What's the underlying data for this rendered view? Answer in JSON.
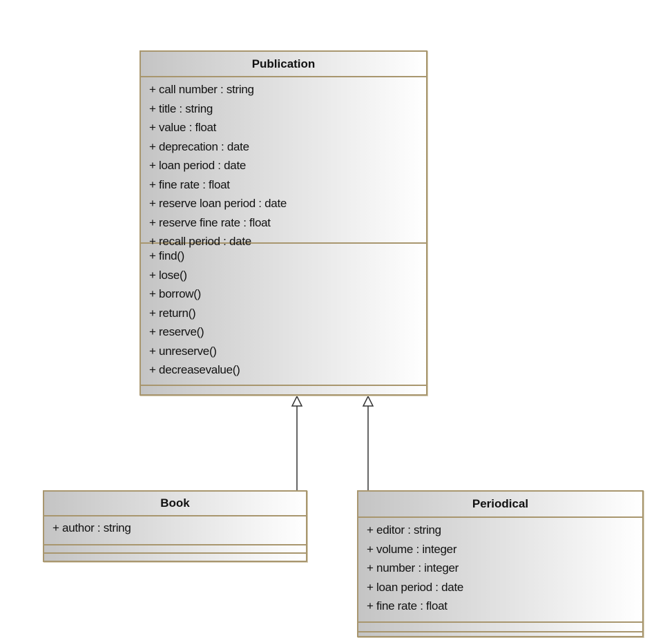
{
  "classes": {
    "publication": {
      "name": "Publication",
      "attributes": [
        "+ call number : string",
        "+ title : string",
        "+ value : float",
        "+ deprecation : date",
        "+ loan period : date",
        "+ fine rate : float",
        "+ reserve loan period : date",
        "+ reserve fine rate : float",
        "+ recall period : date"
      ],
      "operations": [
        "+ find()",
        "+ lose()",
        "+ borrow()",
        "+ return()",
        "+ reserve()",
        "+ unreserve()",
        "+ decreasevalue()"
      ]
    },
    "book": {
      "name": "Book",
      "attributes": [
        "+ author : string"
      ]
    },
    "periodical": {
      "name": "Periodical",
      "attributes": [
        "+ editor : string",
        "+ volume : integer",
        "+ number : integer",
        "+ loan period : date",
        "+ fine rate : float"
      ]
    }
  },
  "relationships": [
    {
      "type": "generalization",
      "from": "Book",
      "to": "Publication"
    },
    {
      "type": "generalization",
      "from": "Periodical",
      "to": "Publication"
    }
  ],
  "colors": {
    "border": "#a8966e",
    "line": "#333333"
  }
}
